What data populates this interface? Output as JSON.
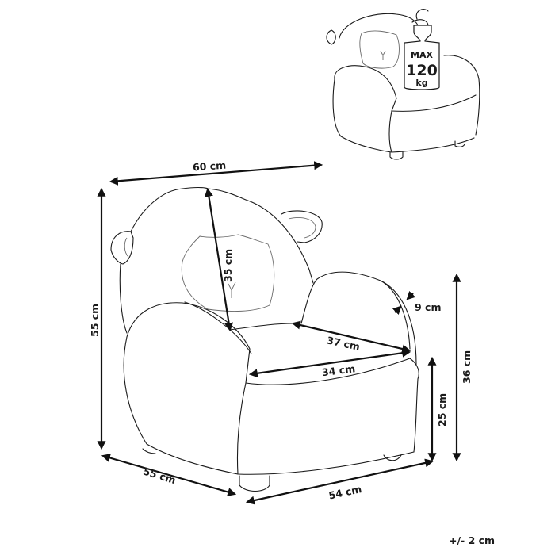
{
  "diagram": {
    "subject": "Children's sheep armchair dimension drawing",
    "dimensions": {
      "width_top": "60 cm",
      "height_total": "55 cm",
      "backrest_height": "35 cm",
      "armrest_thickness": "9 cm",
      "seat_depth": "37 cm",
      "seat_width": "34 cm",
      "armrest_height": "36 cm",
      "seat_height": "25 cm",
      "depth_base": "55 cm",
      "width_base": "54 cm"
    },
    "weight_badge": {
      "line1": "MAX",
      "line2": "120",
      "line3": "kg"
    },
    "tolerance": "+/- 2 cm"
  }
}
